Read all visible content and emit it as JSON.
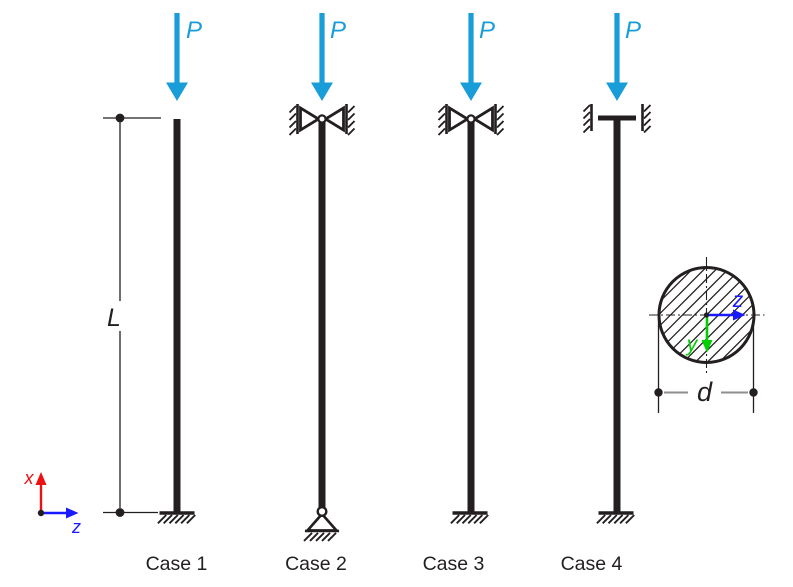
{
  "figure": {
    "force_label": "P",
    "length_label": "L",
    "diameter_label": "d",
    "axes": {
      "x": "x",
      "y": "y",
      "z": "z"
    },
    "cases": [
      {
        "label": "Case 1"
      },
      {
        "label": "Case 2"
      },
      {
        "label": "Case 3"
      },
      {
        "label": "Case 4"
      }
    ],
    "colors": {
      "force_arrow": "#199dd9",
      "axis_x": "#ee1111",
      "axis_y": "#00cf00",
      "axis_z": "#1a1aff",
      "ink": "#231f20",
      "dimension_line_gray": "#8e8e8e"
    }
  }
}
